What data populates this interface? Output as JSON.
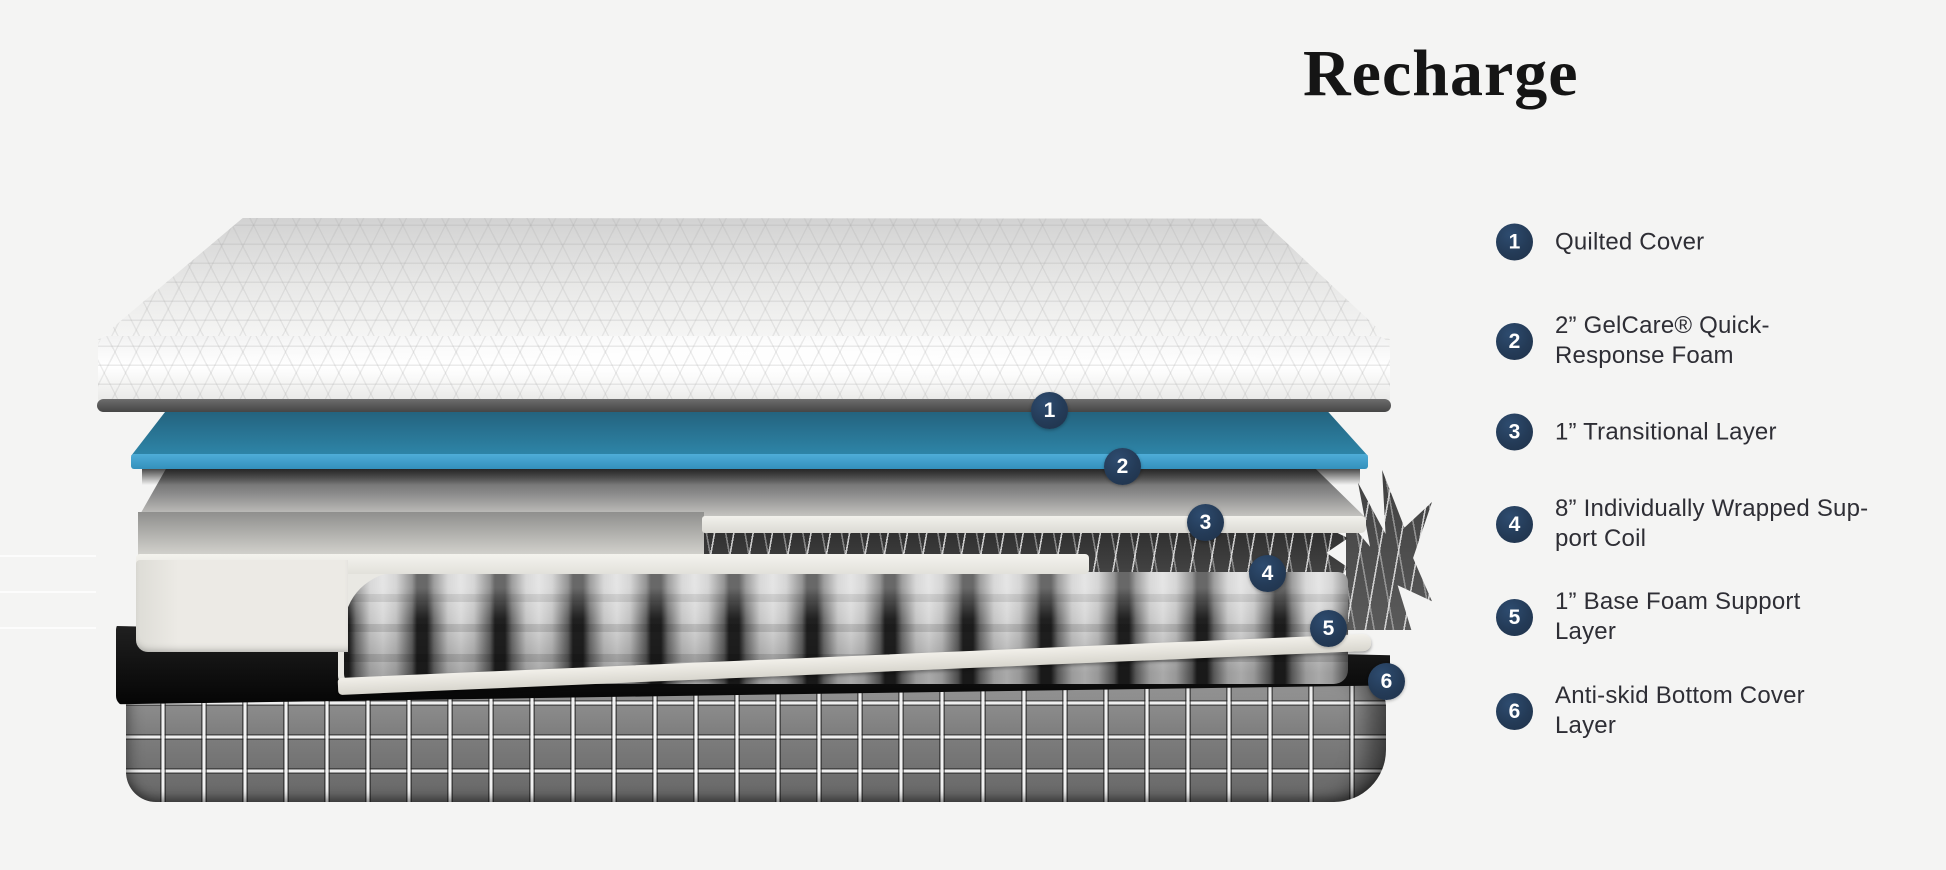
{
  "title": "Recharge",
  "legend": {
    "items": [
      {
        "number": "1",
        "label": "Quilted Cover"
      },
      {
        "number": "2",
        "label": "2” GelCare® Quick-\nResponse Foam"
      },
      {
        "number": "3",
        "label": "1” Transitional Layer"
      },
      {
        "number": "4",
        "label": "8” Individually Wrapped Sup-\nport Coil"
      },
      {
        "number": "5",
        "label": "1” Base Foam Support\nLayer"
      },
      {
        "number": "6",
        "label": "Anti-skid Bottom Cover\nLayer"
      }
    ]
  },
  "diagram": {
    "callouts": [
      {
        "number": "1"
      },
      {
        "number": "2"
      },
      {
        "number": "3"
      },
      {
        "number": "4"
      },
      {
        "number": "5"
      },
      {
        "number": "6"
      }
    ]
  },
  "colors": {
    "background": "#f4f4f3",
    "badge_navy": "#243b57",
    "badge_text": "#ffffff",
    "gelcare_blue_front": "#45a5d1",
    "gelcare_blue_top": "#2a7496",
    "foam_cream": "#eceae5",
    "bottom_cover_gray": "#7d7d7d",
    "grid_line_white": "#f1f1f1",
    "title_text": "#151515",
    "legend_text": "#2e2e35"
  }
}
